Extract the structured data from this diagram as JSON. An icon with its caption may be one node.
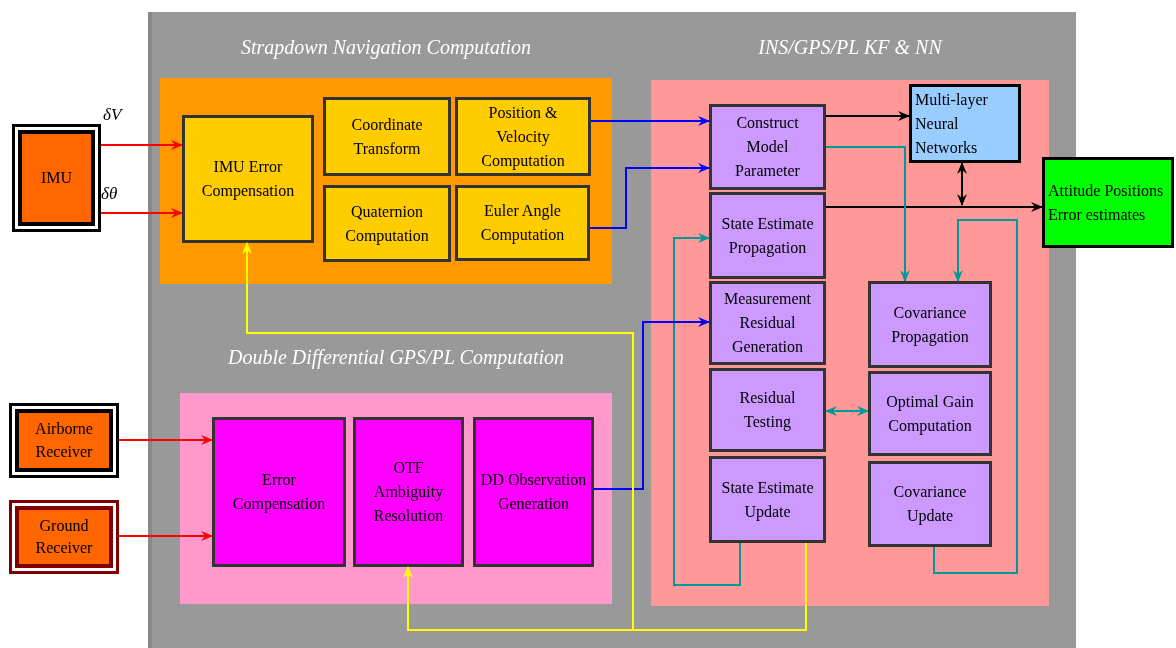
{
  "diagram": {
    "nodes": [
      {
        "text": [
          "IMU"
        ]
      },
      {
        "text": [
          "Airborne Receiver"
        ]
      },
      {
        "text": [
          "Ground Receiver"
        ]
      },
      {
        "text": [
          "Strapdown Navigation Computation"
        ]
      },
      {
        "text": [
          "IMU Error Compensation"
        ],
        "in": 3
      },
      {
        "text": [
          "Coordinate Transform"
        ],
        "in": 3
      },
      {
        "text": [
          "Position & Velocity Computation"
        ],
        "in": 3
      },
      {
        "text": [
          "Quaternion Computation"
        ],
        "in": 3
      },
      {
        "text": [
          "Euler Angle Computation"
        ],
        "in": 3
      },
      {
        "text": [
          "INS/GPS/PL KF & NN"
        ]
      },
      {
        "text": [
          "Construct Model Parameter"
        ],
        "in": 9
      },
      {
        "text": [
          "Multi-layer Neural Networks"
        ],
        "in": 9
      },
      {
        "text": [
          "State Estimate Propagation"
        ],
        "in": 9
      },
      {
        "text": [
          "Measurement Residual Generation"
        ],
        "in": 9
      },
      {
        "text": [
          "Residual Testing"
        ],
        "in": 9
      },
      {
        "text": [
          "State Estimate Update"
        ],
        "in": 9
      },
      {
        "text": [
          "Covariance Propagation"
        ],
        "in": 9
      },
      {
        "text": [
          "Optimal Gain Computation"
        ],
        "in": 9
      },
      {
        "text": [
          "Covariance Update"
        ],
        "in": 9
      },
      {
        "text": [
          "Attitude Positions Error estimates"
        ]
      },
      {
        "text": [
          "Double Differential GPS/PL Computation"
        ]
      },
      {
        "text": [
          "Error Compensation"
        ],
        "in": 20
      },
      {
        "text": [
          "OTF Ambiguity Resolution"
        ],
        "in": 20
      },
      {
        "text": [
          "DD Observation Generation"
        ],
        "in": 20
      }
    ],
    "edges": [
      {
        "from": 0,
        "to": 4,
        "arrow": "to",
        "label": "δV",
        "color": "#ff0000"
      },
      {
        "from": 0,
        "to": 4,
        "arrow": "to",
        "label": "δθ",
        "color": "#ff0000"
      },
      {
        "from": 6,
        "to": 10,
        "arrow": "to",
        "color": "#0000ff"
      },
      {
        "from": 8,
        "to": 10,
        "arrow": "to",
        "color": "#0000ff"
      },
      {
        "from": 10,
        "to": 11,
        "arrow": "to",
        "color": "#000000"
      },
      {
        "from": 12,
        "to": 19,
        "arrow": "to",
        "color": "#000000"
      },
      {
        "from": 11,
        "to": null,
        "arrow": "both",
        "color": "#000000"
      },
      {
        "from": 10,
        "to": 16,
        "arrow": "to",
        "color": "#009999"
      },
      {
        "from": 18,
        "to": 16,
        "arrow": "to",
        "color": "#009999"
      },
      {
        "from": 15,
        "to": 12,
        "arrow": "to",
        "color": "#009999"
      },
      {
        "from": 14,
        "to": 17,
        "arrow": "both",
        "color": "#009999"
      },
      {
        "from": 23,
        "to": 13,
        "arrow": "to",
        "color": "#0000ff"
      },
      {
        "from": 15,
        "to": 4,
        "arrow": "to",
        "color": "#ffff00"
      },
      {
        "from": 15,
        "to": 22,
        "arrow": "to",
        "color": "#ffff00"
      },
      {
        "from": 1,
        "to": 21,
        "arrow": "to",
        "color": "#ff0000"
      },
      {
        "from": 2,
        "to": 21,
        "arrow": "to",
        "color": "#ff0000"
      }
    ]
  }
}
